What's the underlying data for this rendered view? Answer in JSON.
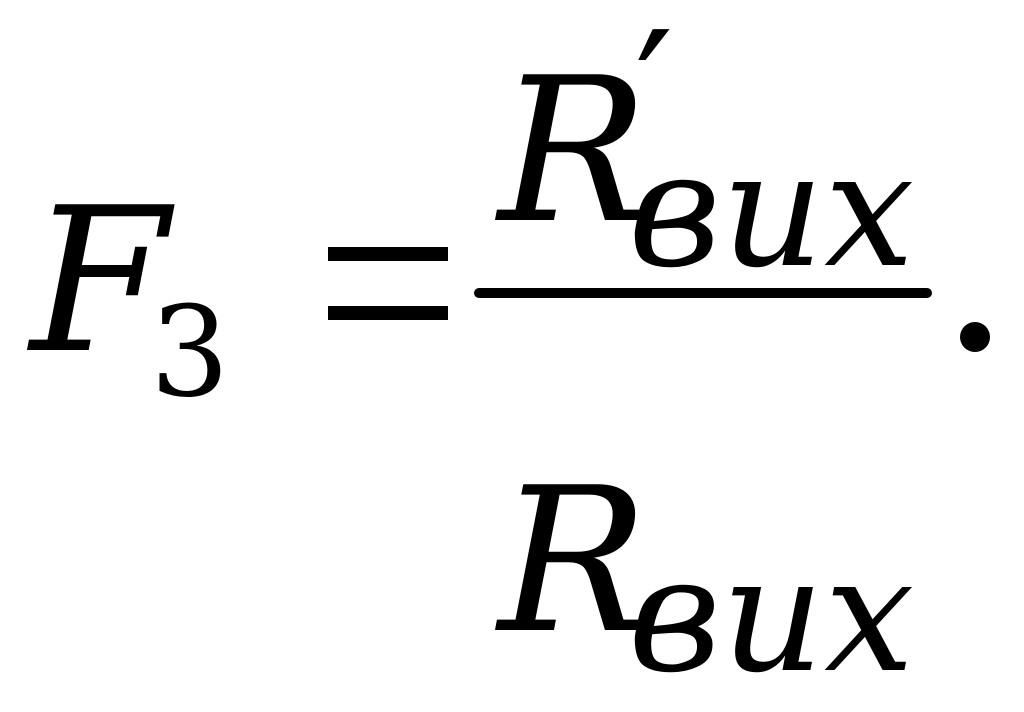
{
  "formula": {
    "lhs": {
      "symbol": "F",
      "subscript": "3"
    },
    "operator": "=",
    "numerator": {
      "symbol": "R",
      "prime": "′",
      "subscript": "вих"
    },
    "denominator": {
      "symbol": "R",
      "subscript": "вих"
    },
    "trailing": "."
  }
}
